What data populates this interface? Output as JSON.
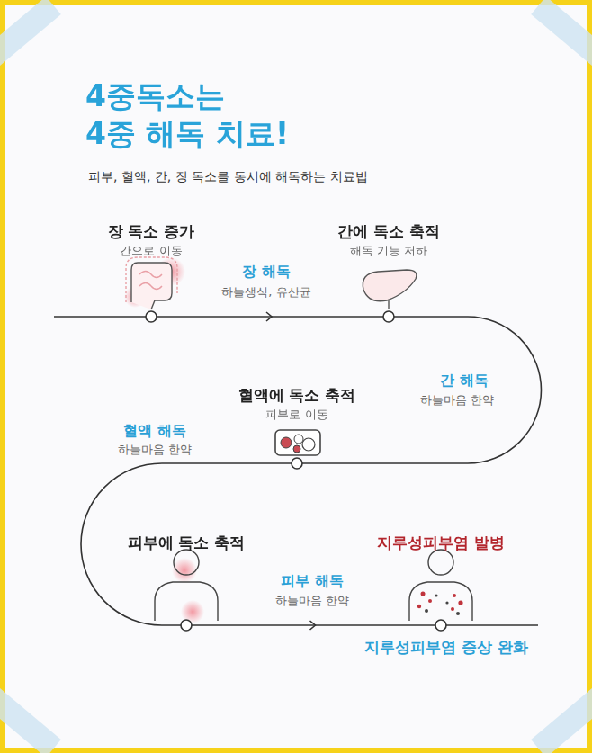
{
  "diagram": {
    "title": "4중독소는 4중 해독 치료!",
    "nodes": [
      {
        "text": [
          "장 독소 증가",
          "간으로 이동"
        ]
      },
      {
        "text": [
          "간에 독소 축적",
          "해독 기능 저하"
        ]
      },
      {
        "text": [
          "혈액에 독소 축적",
          "피부로 이동"
        ]
      },
      {
        "text": [
          "피부에 독소 축적"
        ]
      },
      {
        "text": [
          "지루성피부염 발병"
        ]
      }
    ],
    "edges": [
      {
        "from": 0,
        "to": 1,
        "label": "장 해독",
        "arrow": "to"
      },
      {
        "from": 1,
        "to": 2,
        "label": "간 해독",
        "arrow": "none"
      },
      {
        "from": 2,
        "to": 3,
        "label": "혈액 해독",
        "arrow": "none"
      },
      {
        "from": 3,
        "to": 4,
        "label": "피부 해독",
        "arrow": "to"
      }
    ],
    "labels": [
      "피부, 혈액, 간, 장 독소를 동시에 해독하는 치료법",
      "하늘생식, 유산균",
      "하늘마음 한약",
      "하늘마음 한약",
      "하늘마음 한약",
      "지루성피부염 증상 완화"
    ]
  }
}
